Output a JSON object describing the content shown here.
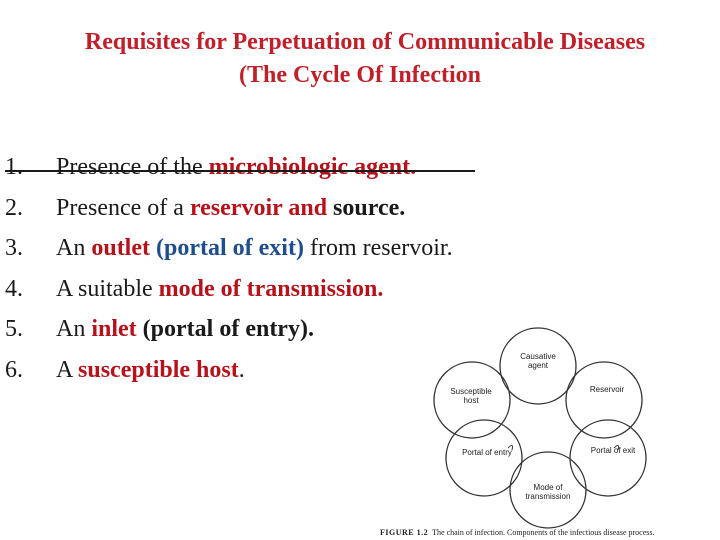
{
  "slide": {
    "title_line1": "Requisites for  Perpetuation  of Communicable Diseases",
    "title_line2": "(The Cycle Of Infection"
  },
  "items": [
    {
      "num": "1.",
      "parts": [
        "Presence of the ",
        "microbiologic agent."
      ]
    },
    {
      "num": "2.",
      "parts": [
        "Presence of a ",
        "reservoir and",
        " ",
        "source."
      ]
    },
    {
      "num": "3.",
      "parts": [
        "An ",
        "outlet",
        " ",
        "(portal of exit)",
        " from reservoir."
      ]
    },
    {
      "num": "4.",
      "parts": [
        "A suitable ",
        "mode of transmission."
      ]
    },
    {
      "num": "5.",
      "parts": [
        "An ",
        "inlet",
        " ",
        "(portal of entry)."
      ]
    },
    {
      "num": "6.",
      "parts": [
        "A ",
        "susceptible host",
        "."
      ]
    }
  ],
  "figure": {
    "labels": {
      "causative_agent": [
        "Causative",
        "agent"
      ],
      "reservoir": "Reservoir",
      "portal_of_exit": "Portal of exit",
      "mode_of_transmission": [
        "Mode of",
        "transmission"
      ],
      "portal_of_entry": "Portal of entry",
      "susceptible_host": [
        "Susceptible",
        "host"
      ]
    },
    "caption_label": "FIGURE 1.2",
    "caption_text": "The chain of infection. Components of the infectious disease process."
  }
}
